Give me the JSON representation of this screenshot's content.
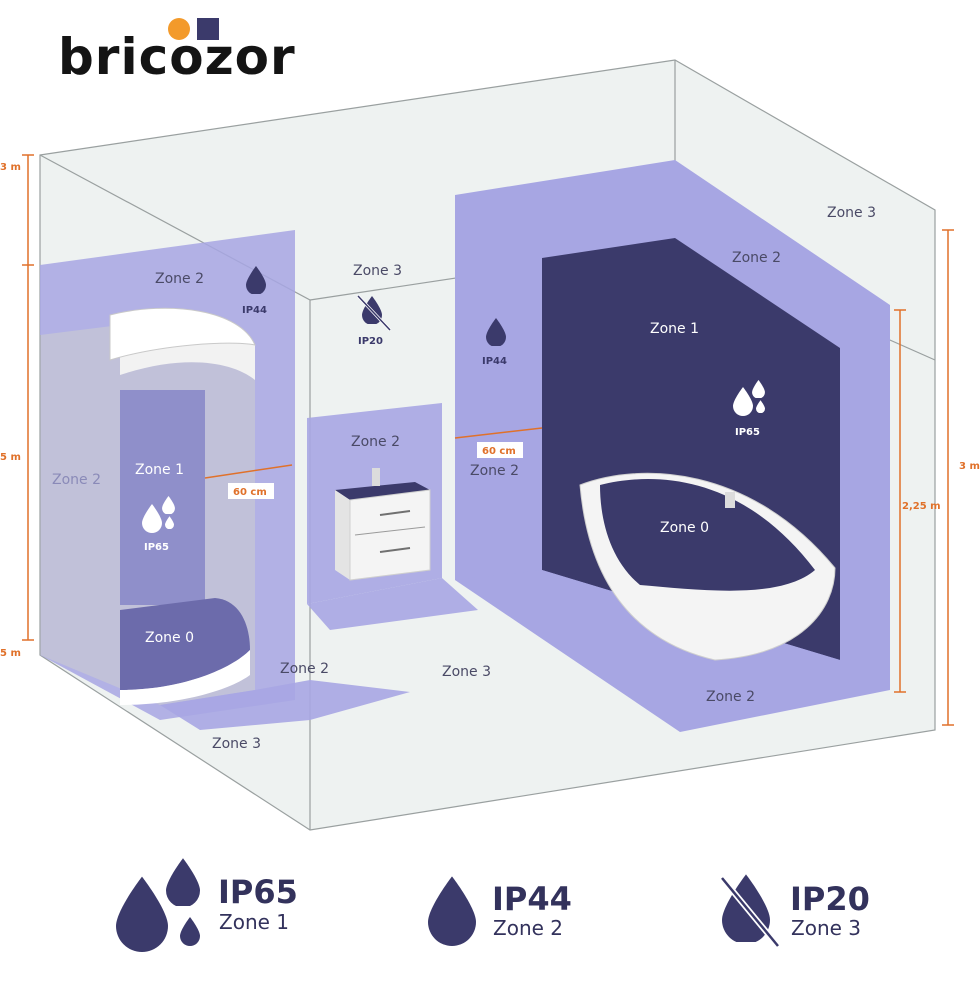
{
  "brand": {
    "name": "bricozor",
    "dot_color": "#f39a2b",
    "square_color": "#3b3a6b"
  },
  "colors": {
    "zone0": "#3b3a6b",
    "zone1_dark": "#3b3a6b",
    "zone_light": "#a7a6e3",
    "zone_mid": "#8f8ed6",
    "glass": "#dfe8e6",
    "dimension": "#e0712a",
    "icon": "#3b3a6b"
  },
  "zones": {
    "zone0": "Zone 0",
    "zone1": "Zone 1",
    "zone2": "Zone 2",
    "zone3": "Zone 3"
  },
  "ip": {
    "ip65": "IP65",
    "ip44": "IP44",
    "ip20": "IP20"
  },
  "dimensions": {
    "height_top_left": "3 m",
    "height_mid_left": "5 m",
    "height_bottom_left": "5 m",
    "height_right_2_25": "2,25 m",
    "height_right_3": "3 m",
    "distance_shower": "60 cm",
    "distance_bath": "60 cm"
  },
  "legend": [
    {
      "code": "IP65",
      "zone": "Zone 1",
      "icon": "three-drops-icon"
    },
    {
      "code": "IP44",
      "zone": "Zone 2",
      "icon": "drop-icon"
    },
    {
      "code": "IP20",
      "zone": "Zone 3",
      "icon": "crossed-drop-icon"
    }
  ]
}
